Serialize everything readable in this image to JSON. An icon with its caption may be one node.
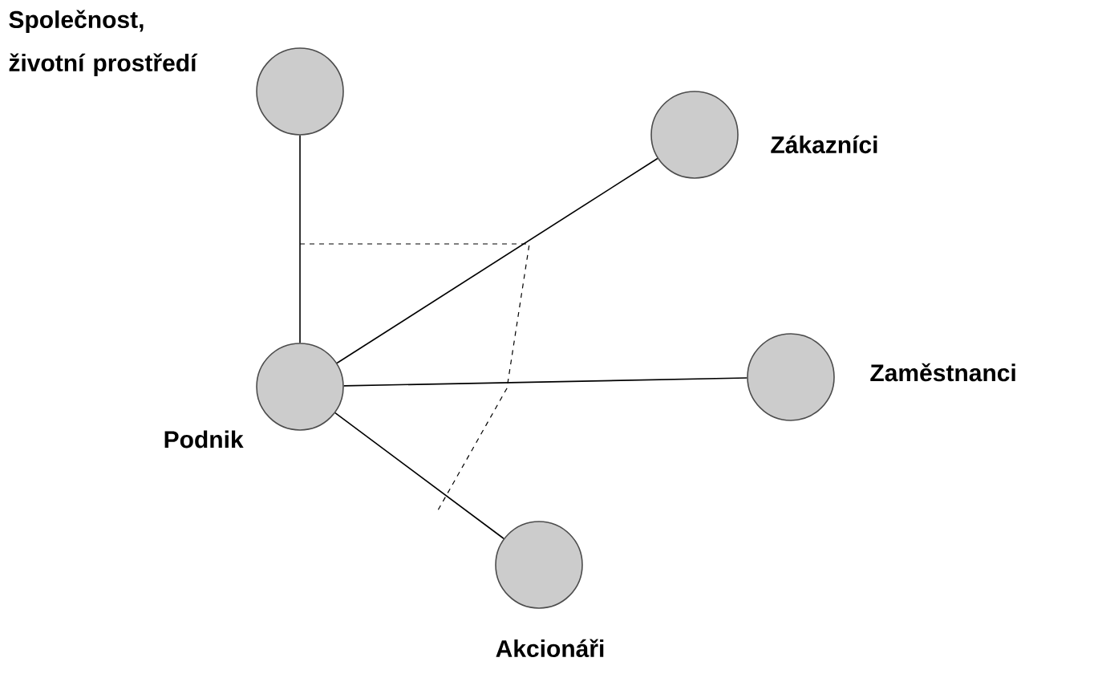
{
  "diagram": {
    "nodes": [
      {
        "text": [
          "Společnost, životní prostředí"
        ]
      },
      {
        "text": [
          "Zákazníci"
        ]
      },
      {
        "text": [
          "Podnik"
        ]
      },
      {
        "text": [
          "Zaměstnanci"
        ]
      },
      {
        "text": [
          "Akcionáři"
        ]
      }
    ],
    "edges": [
      {
        "from": 2,
        "to": 0,
        "arrow": "none"
      },
      {
        "from": 2,
        "to": 1,
        "arrow": "none"
      },
      {
        "from": 2,
        "to": 3,
        "arrow": "none"
      },
      {
        "from": 2,
        "to": 4,
        "arrow": "none"
      }
    ]
  }
}
